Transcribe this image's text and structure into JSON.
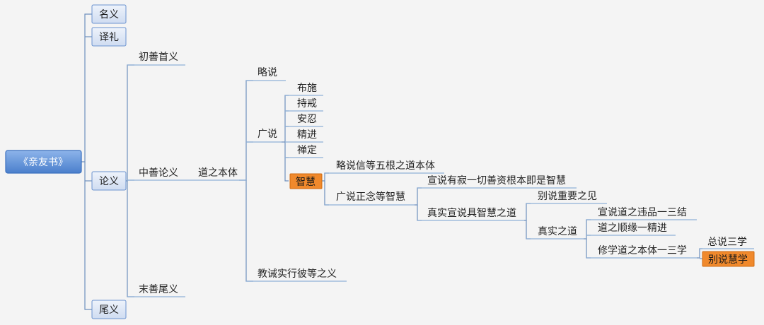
{
  "root": "《亲友书》",
  "level1": {
    "mingyi": "名义",
    "yili": "译礼",
    "lunyi": "论义",
    "weiyi": "尾义"
  },
  "lunyi_children": {
    "chushan": "初善首义",
    "zhongshan": "中善论义",
    "moshan": "末善尾义"
  },
  "zhongshan_child": "道之本体",
  "daozhi_children": {
    "lueshuo": "略说",
    "guangshuo": "广说",
    "jiaojie": "教诫实行彼等之义"
  },
  "paramitas": {
    "bushi": "布施",
    "chijie": "持戒",
    "anren": "安忍",
    "jingjin": "精进",
    "chanding": "禅定",
    "zhihui": "智慧"
  },
  "zhihui_children": {
    "lue": "略说信等五根之道本体",
    "guang": "广说正念等智慧"
  },
  "guang_children": {
    "xuanshuo": "宣说有寂一切善资根本即是智慧",
    "zhenshi_xuan": "真实宣说具智慧之道"
  },
  "zhenshi_xuan_children": {
    "bieshuo": "别说重要之见",
    "zhenshi": "真实之道"
  },
  "zhenshi_children": {
    "weipin": "宣说道之违品一三结",
    "shunyuan": "道之顺缘一精进",
    "xiuxue": "修学道之本体一三学"
  },
  "xiuxue_children": {
    "zongshuo": "总说三学",
    "bieshuo_hui": "别说慧学"
  },
  "colors": {
    "background": "#f4f4f4",
    "root_fill": "#5a8fd6",
    "box_fill": "#dbe6f6",
    "highlight": "#f0892c",
    "line": "#6d8fbd"
  }
}
